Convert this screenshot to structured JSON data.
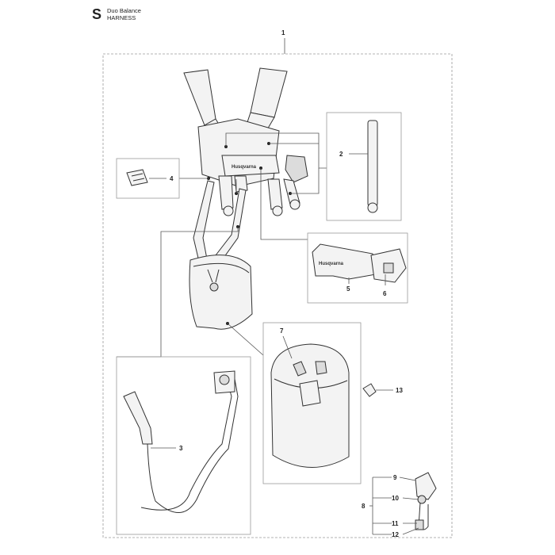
{
  "header": {
    "section_letter": "S",
    "model": "Duo Balance",
    "title": "HARNESS"
  },
  "brand_text": "Husqvarna",
  "callouts": {
    "c1": "1",
    "c2": "2",
    "c3": "3",
    "c4": "4",
    "c5": "5",
    "c6": "6",
    "c7": "7",
    "c8": "8",
    "c9": "9",
    "c10": "10",
    "c11": "11",
    "c12": "12",
    "c13": "13"
  },
  "colors": {
    "line": "#333333",
    "frame": "#9a9a9a",
    "fill": "#f3f3f3"
  }
}
